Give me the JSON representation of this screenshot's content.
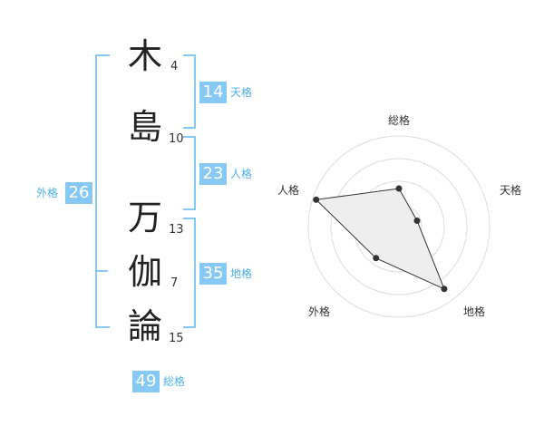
{
  "name": {
    "characters": [
      {
        "char": "木",
        "strokes": "4"
      },
      {
        "char": "島",
        "strokes": "10"
      },
      {
        "char": "万",
        "strokes": "13"
      },
      {
        "char": "伽",
        "strokes": "7"
      },
      {
        "char": "論",
        "strokes": "15"
      }
    ]
  },
  "fortune": {
    "ten": {
      "value": "14",
      "label": "天格"
    },
    "jin": {
      "value": "23",
      "label": "人格"
    },
    "chi": {
      "value": "35",
      "label": "地格"
    },
    "gai": {
      "value": "26",
      "label": "外格"
    },
    "sou": {
      "value": "49",
      "label": "総格"
    }
  },
  "radar": {
    "axes": [
      "総格",
      "天格",
      "地格",
      "外格",
      "人格"
    ],
    "values": [
      0.42,
      0.21,
      0.85,
      0.43,
      0.96
    ],
    "ring_color": "#dddddd",
    "fill_color": "#eeeeee",
    "line_color": "#333333"
  }
}
